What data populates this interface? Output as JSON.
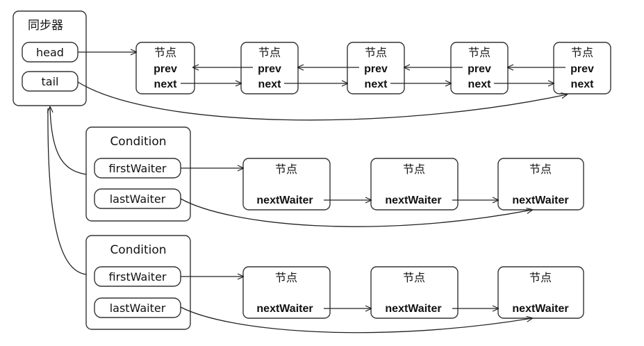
{
  "sync": {
    "title": "同步器",
    "head_label": "head",
    "tail_label": "tail"
  },
  "sync_queue": {
    "nodes": [
      {
        "title": "节点",
        "prev": "prev",
        "next": "next"
      },
      {
        "title": "节点",
        "prev": "prev",
        "next": "next"
      },
      {
        "title": "节点",
        "prev": "prev",
        "next": "next"
      },
      {
        "title": "节点",
        "prev": "prev",
        "next": "next"
      },
      {
        "title": "节点",
        "prev": "prev",
        "next": "next"
      }
    ]
  },
  "conditions": [
    {
      "title": "Condition",
      "first_label": "firstWaiter",
      "last_label": "lastWaiter",
      "nodes": [
        {
          "title": "节点",
          "field": "nextWaiter"
        },
        {
          "title": "节点",
          "field": "nextWaiter"
        },
        {
          "title": "节点",
          "field": "nextWaiter"
        }
      ]
    },
    {
      "title": "Condition",
      "first_label": "firstWaiter",
      "last_label": "lastWaiter",
      "nodes": [
        {
          "title": "节点",
          "field": "nextWaiter"
        },
        {
          "title": "节点",
          "field": "nextWaiter"
        },
        {
          "title": "节点",
          "field": "nextWaiter"
        }
      ]
    }
  ]
}
